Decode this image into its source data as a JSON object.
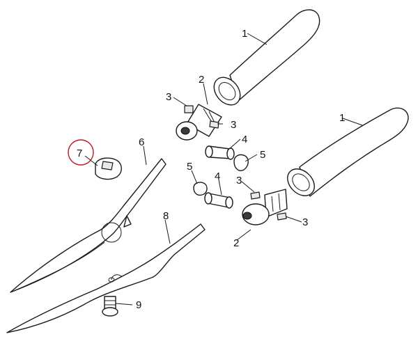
{
  "callouts": {
    "handle_upper": "1",
    "handle_lower": "1",
    "ferrule_upper": "2",
    "ferrule_lower": "2",
    "clip_a": "3",
    "clip_b": "3",
    "clip_c": "3",
    "clip_d": "3",
    "sleeve_upper": "4",
    "sleeve_lower": "4",
    "cap_right": "5",
    "cap_left": "5",
    "blade_upper": "6",
    "adjuster_knob": "7",
    "blade_lower": "8",
    "pivot_bolt": "9"
  },
  "highlight": {
    "color": "#c0161b",
    "part": "7"
  }
}
